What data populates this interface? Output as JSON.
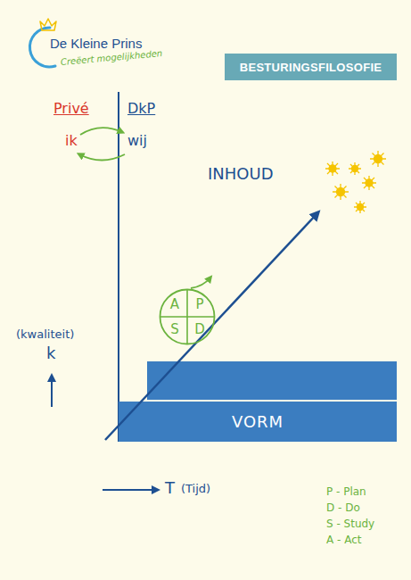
{
  "diagram": {
    "title": "BESTURINGSFILOSOFIE",
    "nodes": [
      {
        "text": [
          "A",
          "P",
          "S",
          "D"
        ]
      },
      {
        "text": [
          "VORM"
        ]
      }
    ],
    "labels": [
      "De Kleine Prins",
      "Creëert mogelijkheden",
      "Privé",
      "DkP",
      "ik",
      "wij",
      "INHOUD",
      "(kwaliteit)",
      "k",
      "T",
      "(Tijd)"
    ],
    "legend": [
      {
        "text": "P - Plan"
      },
      {
        "text": "D - Do"
      },
      {
        "text": "S - Study"
      },
      {
        "text": "A - Act"
      }
    ]
  }
}
